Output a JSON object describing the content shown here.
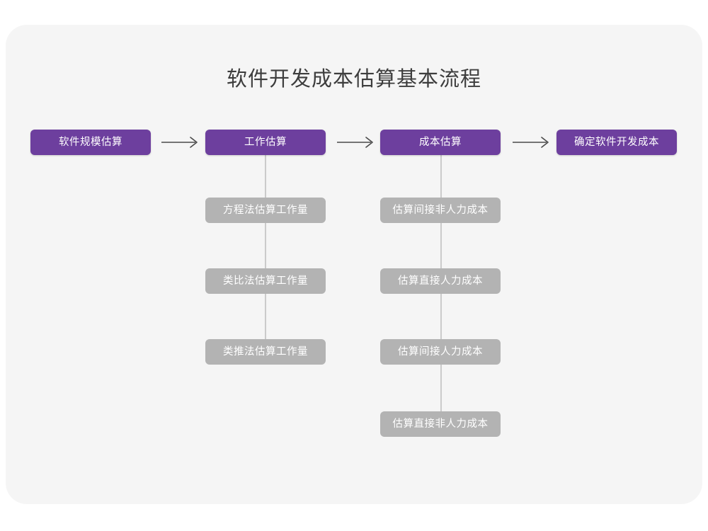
{
  "diagram": {
    "title": "软件开发成本估算基本流程",
    "colors": {
      "canvas_background": "#ffffff",
      "card_background": "#f5f5f5",
      "primary_node": "#6d3f9e",
      "secondary_node": "#b3b3b3",
      "node_text": "#ffffff",
      "title_text": "#3d3d3d",
      "arrow": "#4a4a4a",
      "rail": "#cbcbcb"
    },
    "stages": [
      {
        "label": "软件规模估算",
        "substeps": []
      },
      {
        "label": "工作估算",
        "substeps": [
          "方程法估算工作量",
          "类比法估算工作量",
          "类推法估算工作量"
        ]
      },
      {
        "label": "成本估算",
        "substeps": [
          "估算间接非人力成本",
          "估算直接人力成本",
          "估算间接人力成本",
          "估算直接非人力成本"
        ]
      },
      {
        "label": "确定软件开发成本",
        "substeps": []
      }
    ],
    "connectors": {
      "arrow_glyph": "right-arrow-icon",
      "arrow_count": 3
    }
  }
}
